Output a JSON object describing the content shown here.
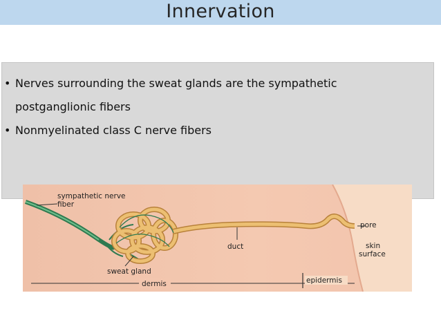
{
  "slide": {
    "title": "Innervation",
    "bullets": [
      "Nerves surrounding the sweat glands are the sympathetic postganglionic fibers",
      "Nonmyelinated class C nerve fibers"
    ]
  },
  "figure": {
    "labels": {
      "nerve_line1": "sympathetic nerve",
      "nerve_line2": "fiber",
      "sweat_gland": "sweat gland",
      "duct": "duct",
      "pore": "pore",
      "skin_line1": "skin",
      "skin_line2": "surface",
      "dermis": "dermis",
      "epidermis": "epidermis"
    },
    "colors": {
      "dermis": "#f2c4ad",
      "epidermis": "#f6d9c2",
      "gland": "#e8b86a",
      "nerve": "#3d8a5e"
    }
  }
}
